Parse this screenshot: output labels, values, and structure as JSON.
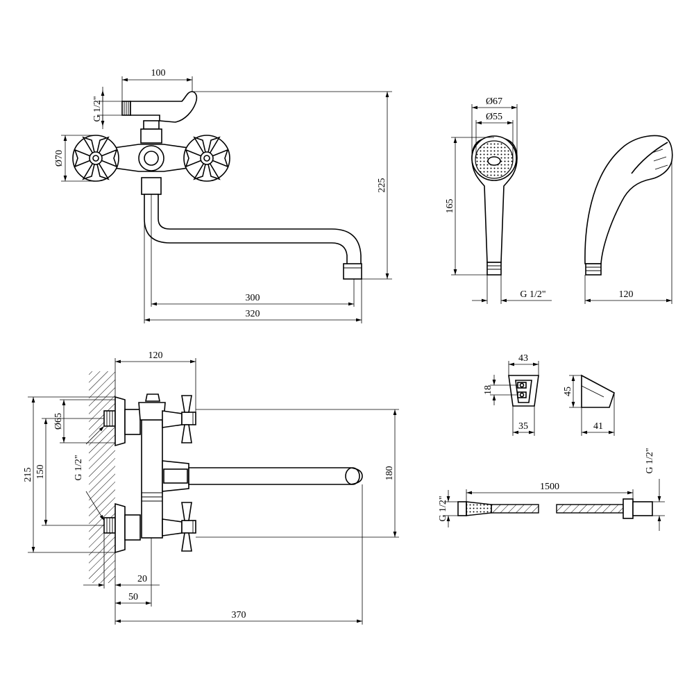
{
  "colors": {
    "line": "#000000",
    "background": "#ffffff"
  },
  "mixer_front": {
    "width_100": "100",
    "thread": "G 1/2\"",
    "dia_70": "Ø70",
    "height_225": "225",
    "reach_300": "300",
    "reach_320": "320"
  },
  "shower_head": {
    "dia_67": "Ø67",
    "dia_55": "Ø55",
    "length_165": "165",
    "thread": "G 1/2\"",
    "depth_120": "120"
  },
  "mixer_side": {
    "depth_120": "120",
    "dia_65": "Ø65",
    "height_215": "215",
    "height_150": "150",
    "thread": "G 1/2\"",
    "height_180": "180",
    "dim_20": "20",
    "dim_50": "50",
    "dim_370": "370"
  },
  "holder": {
    "width_43": "43",
    "hole_18": "18",
    "height_45": "45",
    "base_35": "35",
    "depth_41": "41"
  },
  "hose": {
    "length_1500": "1500",
    "thread_left": "G 1/2\"",
    "thread_right": "G 1/2\""
  }
}
